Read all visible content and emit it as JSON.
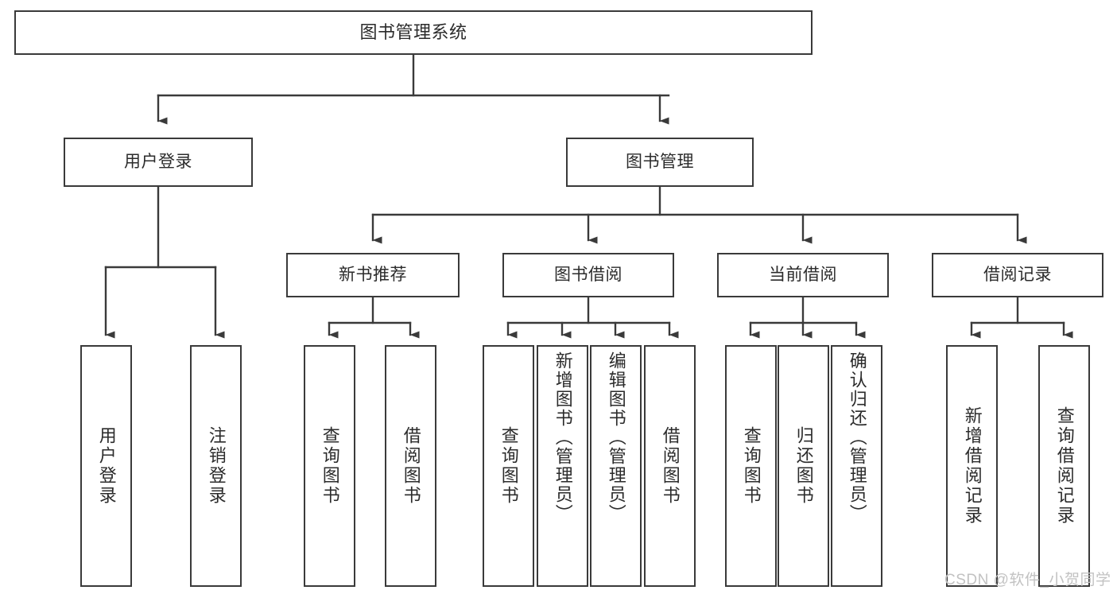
{
  "diagram": {
    "title": "图书管理系统",
    "watermark": "CSDN @软件_小贺同学",
    "colors": {
      "background": "#ffffff",
      "box_border": "#3a3a3a",
      "box_fill": "#ffffff",
      "text": "#2b2b2b",
      "connector": "#3a3a3a",
      "watermark": "#c2c2c2"
    },
    "root": {
      "label": "图书管理系统"
    },
    "level1": [
      {
        "label": "用户登录"
      },
      {
        "label": "图书管理"
      }
    ],
    "level2": [
      {
        "label": "新书推荐"
      },
      {
        "label": "图书借阅"
      },
      {
        "label": "当前借阅"
      },
      {
        "label": "借阅记录"
      }
    ],
    "leaves": {
      "user_login": [
        {
          "label": "用户登录"
        },
        {
          "label": "注销登录"
        }
      ],
      "new_book_recommend": [
        {
          "label": "查询图书"
        },
        {
          "label": "借阅图书"
        }
      ],
      "book_borrow": [
        {
          "label": "查询图书"
        },
        {
          "label": "新增图书（管理员）"
        },
        {
          "label": "编辑图书（管理员）"
        },
        {
          "label": "借阅图书"
        }
      ],
      "current_borrow": [
        {
          "label": "查询图书"
        },
        {
          "label": "归还图书"
        },
        {
          "label": "确认归还（管理员）"
        }
      ],
      "borrow_records": [
        {
          "label": "新增借阅记录"
        },
        {
          "label": "查询借阅记录"
        }
      ]
    }
  }
}
